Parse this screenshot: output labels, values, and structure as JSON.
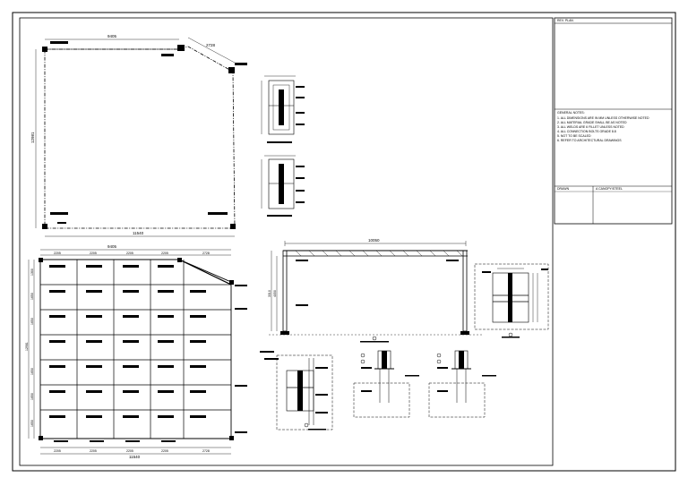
{
  "title_block": {
    "header_label": "REV. PLAN",
    "notes_heading": "GENERAL NOTES:",
    "notes": [
      "1. ALL DIMENSIONS ARE IN MM UNLESS OTHERWISE NOTED",
      "2. ALL MATERIAL GRADE SHALL BE AS NOTED",
      "3. ALL WELDS ARE 6 FILLET UNLESS NOTED",
      "4. ALL CONNECTION BOLTS GRADE 8.8",
      "5. NOT TO BE SCALED",
      "6. REFER TO ARCHITECTURAL DRAWINGS"
    ],
    "field_1": "DRAWN",
    "field_2": "A CANOPY/STEEL"
  },
  "plan1": {
    "dim_top_1": "9405",
    "dim_top_2": "2728",
    "dim_left": "12981",
    "dim_bottom": "11540"
  },
  "plan2": {
    "dim_top_overall": "9405",
    "dim_top_segments": [
      "2205",
      "2205",
      "2205",
      "2205",
      "2728"
    ],
    "dim_left_segments": [
      "1300",
      "1650",
      "1650",
      "1650",
      "1650",
      "1650"
    ],
    "dim_left_overall": "12981",
    "dim_bottom_segments": [
      "2205",
      "2205",
      "2205",
      "2205",
      "2728"
    ],
    "dim_bottom_overall": "11540"
  },
  "elevation": {
    "dim_top": "10050",
    "dim_height_1": "3310",
    "dim_height_2": "4050"
  }
}
